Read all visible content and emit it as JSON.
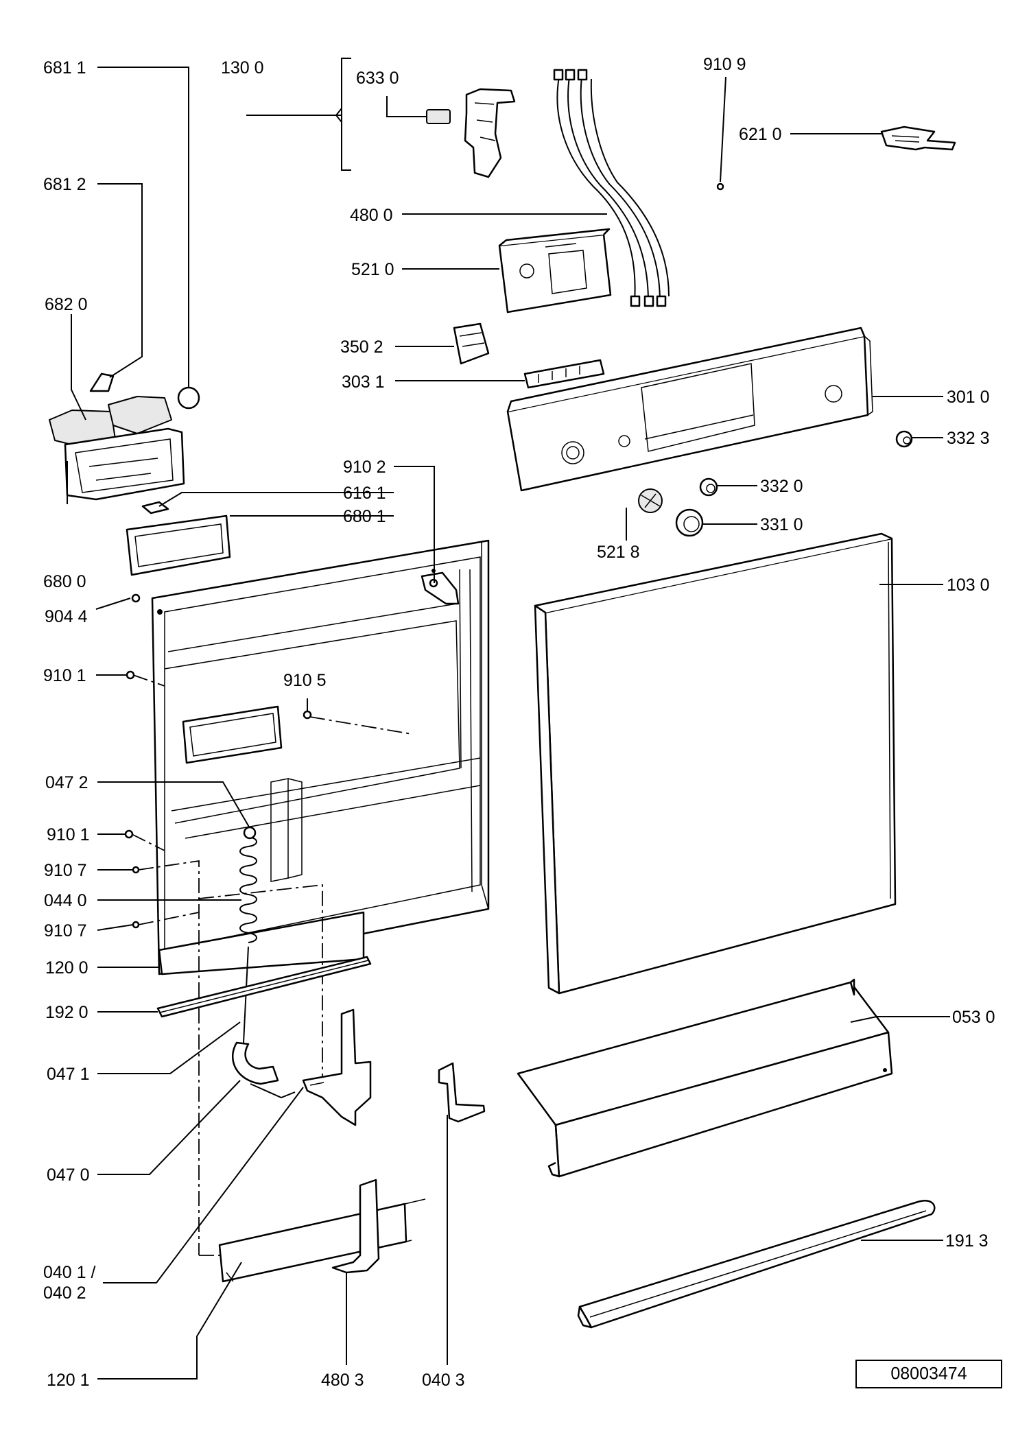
{
  "diagram": {
    "part_labels": {
      "p6811": "681 1",
      "p1300": "130 0",
      "p6330": "633 0",
      "p9109": "910 9",
      "p6210": "621 0",
      "p6812": "681 2",
      "p4800": "480 0",
      "p5210": "521 0",
      "p6820": "682 0",
      "p3502": "350 2",
      "p3031": "303 1",
      "p3010": "301 0",
      "p3323": "332 3",
      "p9102": "910 2",
      "p6161": "616 1",
      "p3320": "332 0",
      "p6801": "680 1",
      "p3310": "331 0",
      "p5218": "521 8",
      "p6800": "680 0",
      "p1030": "103 0",
      "p9044": "904 4",
      "p9101a": "910 1",
      "p9105": "910 5",
      "p0472": "047 2",
      "p9101b": "910 1",
      "p9107a": "910 7",
      "p0440": "044 0",
      "p9107b": "910 7",
      "p1200": "120 0",
      "p1920": "192 0",
      "p0530": "053 0",
      "p0471": "047 1",
      "p0470": "047 0",
      "p0401": "040 1 /",
      "p0402": "040 2",
      "p1913": "191 3",
      "p1201": "120 1",
      "p4803": "480 3",
      "p0403": "040 3"
    },
    "reference_number": "08003474"
  }
}
